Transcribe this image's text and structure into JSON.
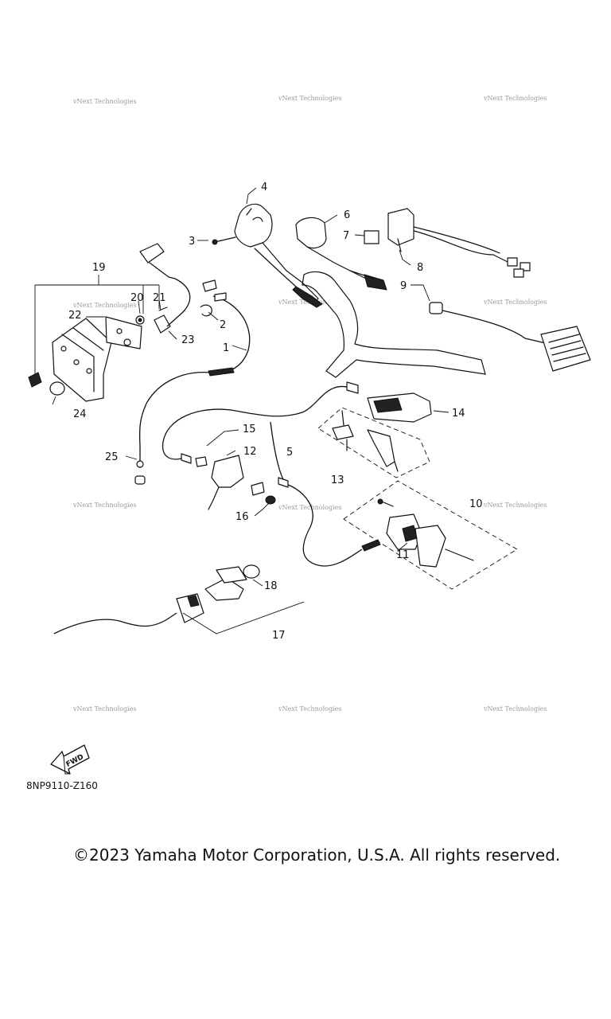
{
  "diagram": {
    "code": "8NP9110-Z160",
    "copyright": "©2023 Yamaha Motor Corporation, U.S.A. All rights reserved.",
    "fwd_label": "FWD",
    "watermark": "vNext Technologies",
    "callouts": [
      "1",
      "2",
      "3",
      "4",
      "5",
      "6",
      "7",
      "8",
      "9",
      "10",
      "11",
      "12",
      "13",
      "14",
      "15",
      "16",
      "17",
      "18",
      "19",
      "20",
      "21",
      "22",
      "23",
      "24",
      "25"
    ]
  }
}
